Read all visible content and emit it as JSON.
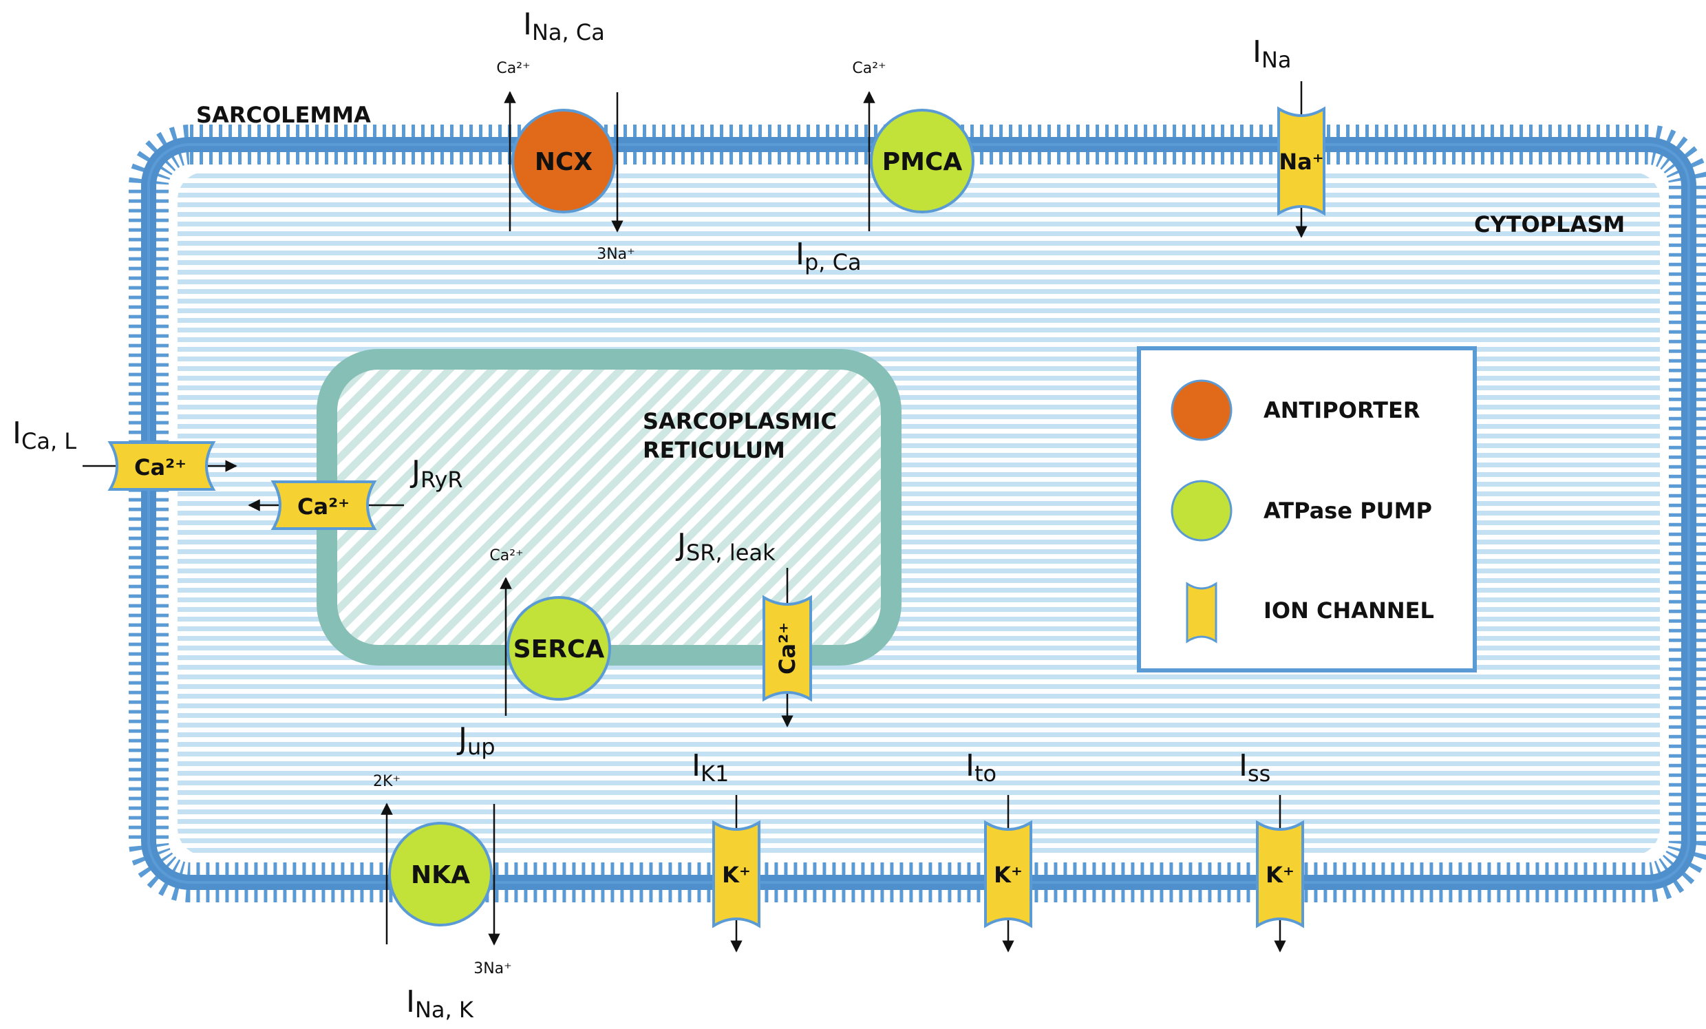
{
  "colors": {
    "membrane": "#5b9bd5",
    "membrane_dark": "#4a86c0",
    "cytoplasm_stripe": "#bfdff3",
    "sr_border": "#86bfb5",
    "sr_hatch": "#c6e2de",
    "antiporter": "#e06a1a",
    "pump": "#c2e23a",
    "channel": "#f5d232",
    "legend_border": "#5b9bd5"
  },
  "regions": {
    "sarcolemma": "SARCOLEMMA",
    "cytoplasm": "CYTOPLASM",
    "sr_line1": "SARCOPLASMIC",
    "sr_line2": "RETICULUM"
  },
  "transporters": {
    "ncx": "NCX",
    "pmca": "PMCA",
    "serca": "SERCA",
    "nka": "NKA"
  },
  "channels": {
    "ina": "Na⁺",
    "ical": "Ca²⁺",
    "jryr": "Ca²⁺",
    "jsrleak": "Ca²⁺",
    "ik1": "K⁺",
    "ito": "K⁺",
    "iss": "K⁺"
  },
  "ions": {
    "ncx_ca": "Ca²⁺",
    "ncx_na": "3Na⁺",
    "pmca_ca": "Ca²⁺",
    "serca_ca": "Ca²⁺",
    "nka_k": "2K⁺",
    "nka_na": "3Na⁺"
  },
  "currents": {
    "inaca": {
      "main": "I",
      "sub": "Na, Ca"
    },
    "ipca": {
      "main": "I",
      "sub": "p, Ca"
    },
    "ina": {
      "main": "I",
      "sub": "Na"
    },
    "ical": {
      "main": "I",
      "sub": "Ca, L"
    },
    "jryr": {
      "main": "J",
      "sub": "RyR"
    },
    "jsrleak": {
      "main": "J",
      "sub": "SR, leak"
    },
    "jup": {
      "main": "J",
      "sub": "up"
    },
    "ik1": {
      "main": "I",
      "sub": "K1"
    },
    "ito": {
      "main": "I",
      "sub": "to"
    },
    "iss": {
      "main": "I",
      "sub": "ss"
    },
    "inak": {
      "main": "I",
      "sub": "Na, K"
    }
  },
  "legend": {
    "antiporter": "ANTIPORTER",
    "pump": "ATPase PUMP",
    "channel": "ION CHANNEL"
  }
}
